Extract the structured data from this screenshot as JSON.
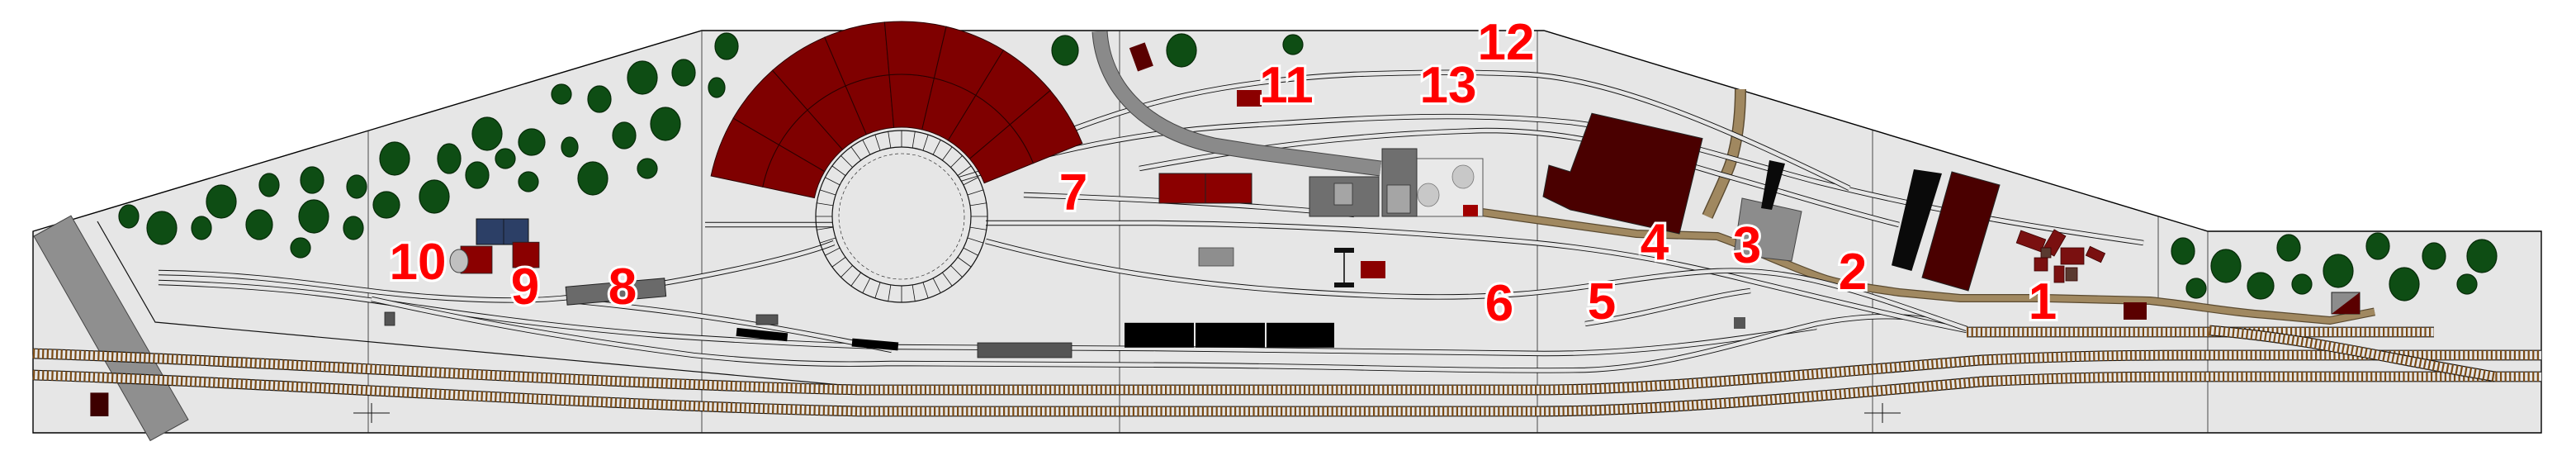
{
  "diagram": {
    "type": "model railway track plan",
    "markers": [
      {
        "label": "1"
      },
      {
        "label": "2"
      },
      {
        "label": "3"
      },
      {
        "label": "4"
      },
      {
        "label": "5"
      },
      {
        "label": "6"
      },
      {
        "label": "7"
      },
      {
        "label": "8"
      },
      {
        "label": "9"
      },
      {
        "label": "10"
      },
      {
        "label": "11"
      },
      {
        "label": "12"
      },
      {
        "label": "13"
      }
    ],
    "colors": {
      "board": "#e6e6e6",
      "marker": "#ff0000",
      "tree": "#0e4d14",
      "building_red": "#7f0000",
      "building_dark": "#4a0000",
      "road": "#a08860",
      "track_ties": "#7a4a14"
    }
  }
}
